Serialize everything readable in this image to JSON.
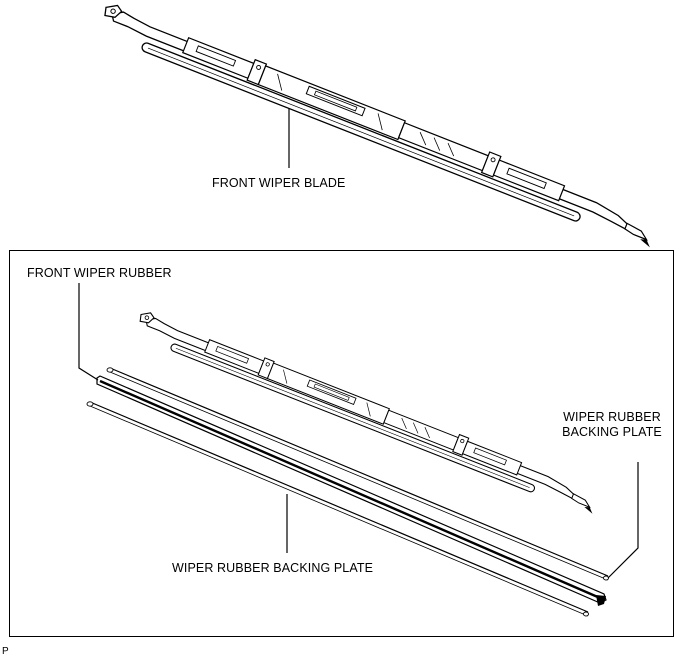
{
  "top_diagram": {
    "label": "FRONT WIPER BLADE"
  },
  "bottom_diagram": {
    "label_rubber": "FRONT WIPER RUBBER",
    "label_backing_plate_right": [
      "WIPER RUBBER",
      "BACKING PLATE"
    ],
    "label_backing_plate_bottom": "WIPER RUBBER BACKING PLATE"
  },
  "corner_code": "P"
}
